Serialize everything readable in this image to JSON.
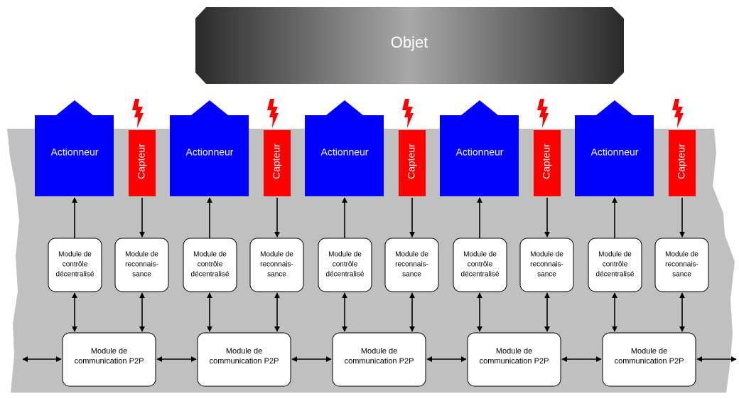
{
  "object": {
    "label": "Objet"
  },
  "units": [
    {
      "actuator": "Actionneur",
      "sensor": "Capteur",
      "control_module": [
        "Module de",
        "contrôle",
        "décentralisé"
      ],
      "recognition_module": [
        "Module de",
        "reconnais-",
        "sance"
      ],
      "p2p_module": [
        "Module de",
        "communication P2P"
      ]
    },
    {
      "actuator": "Actionneur",
      "sensor": "Capteur",
      "control_module": [
        "Module de",
        "contrôle",
        "décentralisé"
      ],
      "recognition_module": [
        "Module de",
        "reconnais-",
        "sance"
      ],
      "p2p_module": [
        "Module de",
        "communication P2P"
      ]
    },
    {
      "actuator": "Actionneur",
      "sensor": "Capteur",
      "control_module": [
        "Module de",
        "contrôle",
        "décentralisé"
      ],
      "recognition_module": [
        "Module de",
        "reconnais-",
        "sance"
      ],
      "p2p_module": [
        "Module de",
        "communication P2P"
      ]
    },
    {
      "actuator": "Actionneur",
      "sensor": "Capteur",
      "control_module": [
        "Module de",
        "contrôle",
        "décentralisé"
      ],
      "recognition_module": [
        "Module de",
        "reconnais-",
        "sance"
      ],
      "p2p_module": [
        "Module de",
        "communication P2P"
      ]
    },
    {
      "actuator": "Actionneur",
      "sensor": "Capteur",
      "control_module": [
        "Module de",
        "contrôle",
        "décentralisé"
      ],
      "recognition_module": [
        "Module de",
        "reconnais-",
        "sance"
      ],
      "p2p_module": [
        "Module de",
        "communication P2P"
      ]
    }
  ],
  "colors": {
    "actuator": "#0000ff",
    "sensor": "#ff0000",
    "lightning": "#ff0000",
    "background_band": "#c0c0c0",
    "module_fill": "#ffffff",
    "object_dark": "#2a2a2a",
    "object_light": "#a8a8a8",
    "arrow": "#000000"
  }
}
